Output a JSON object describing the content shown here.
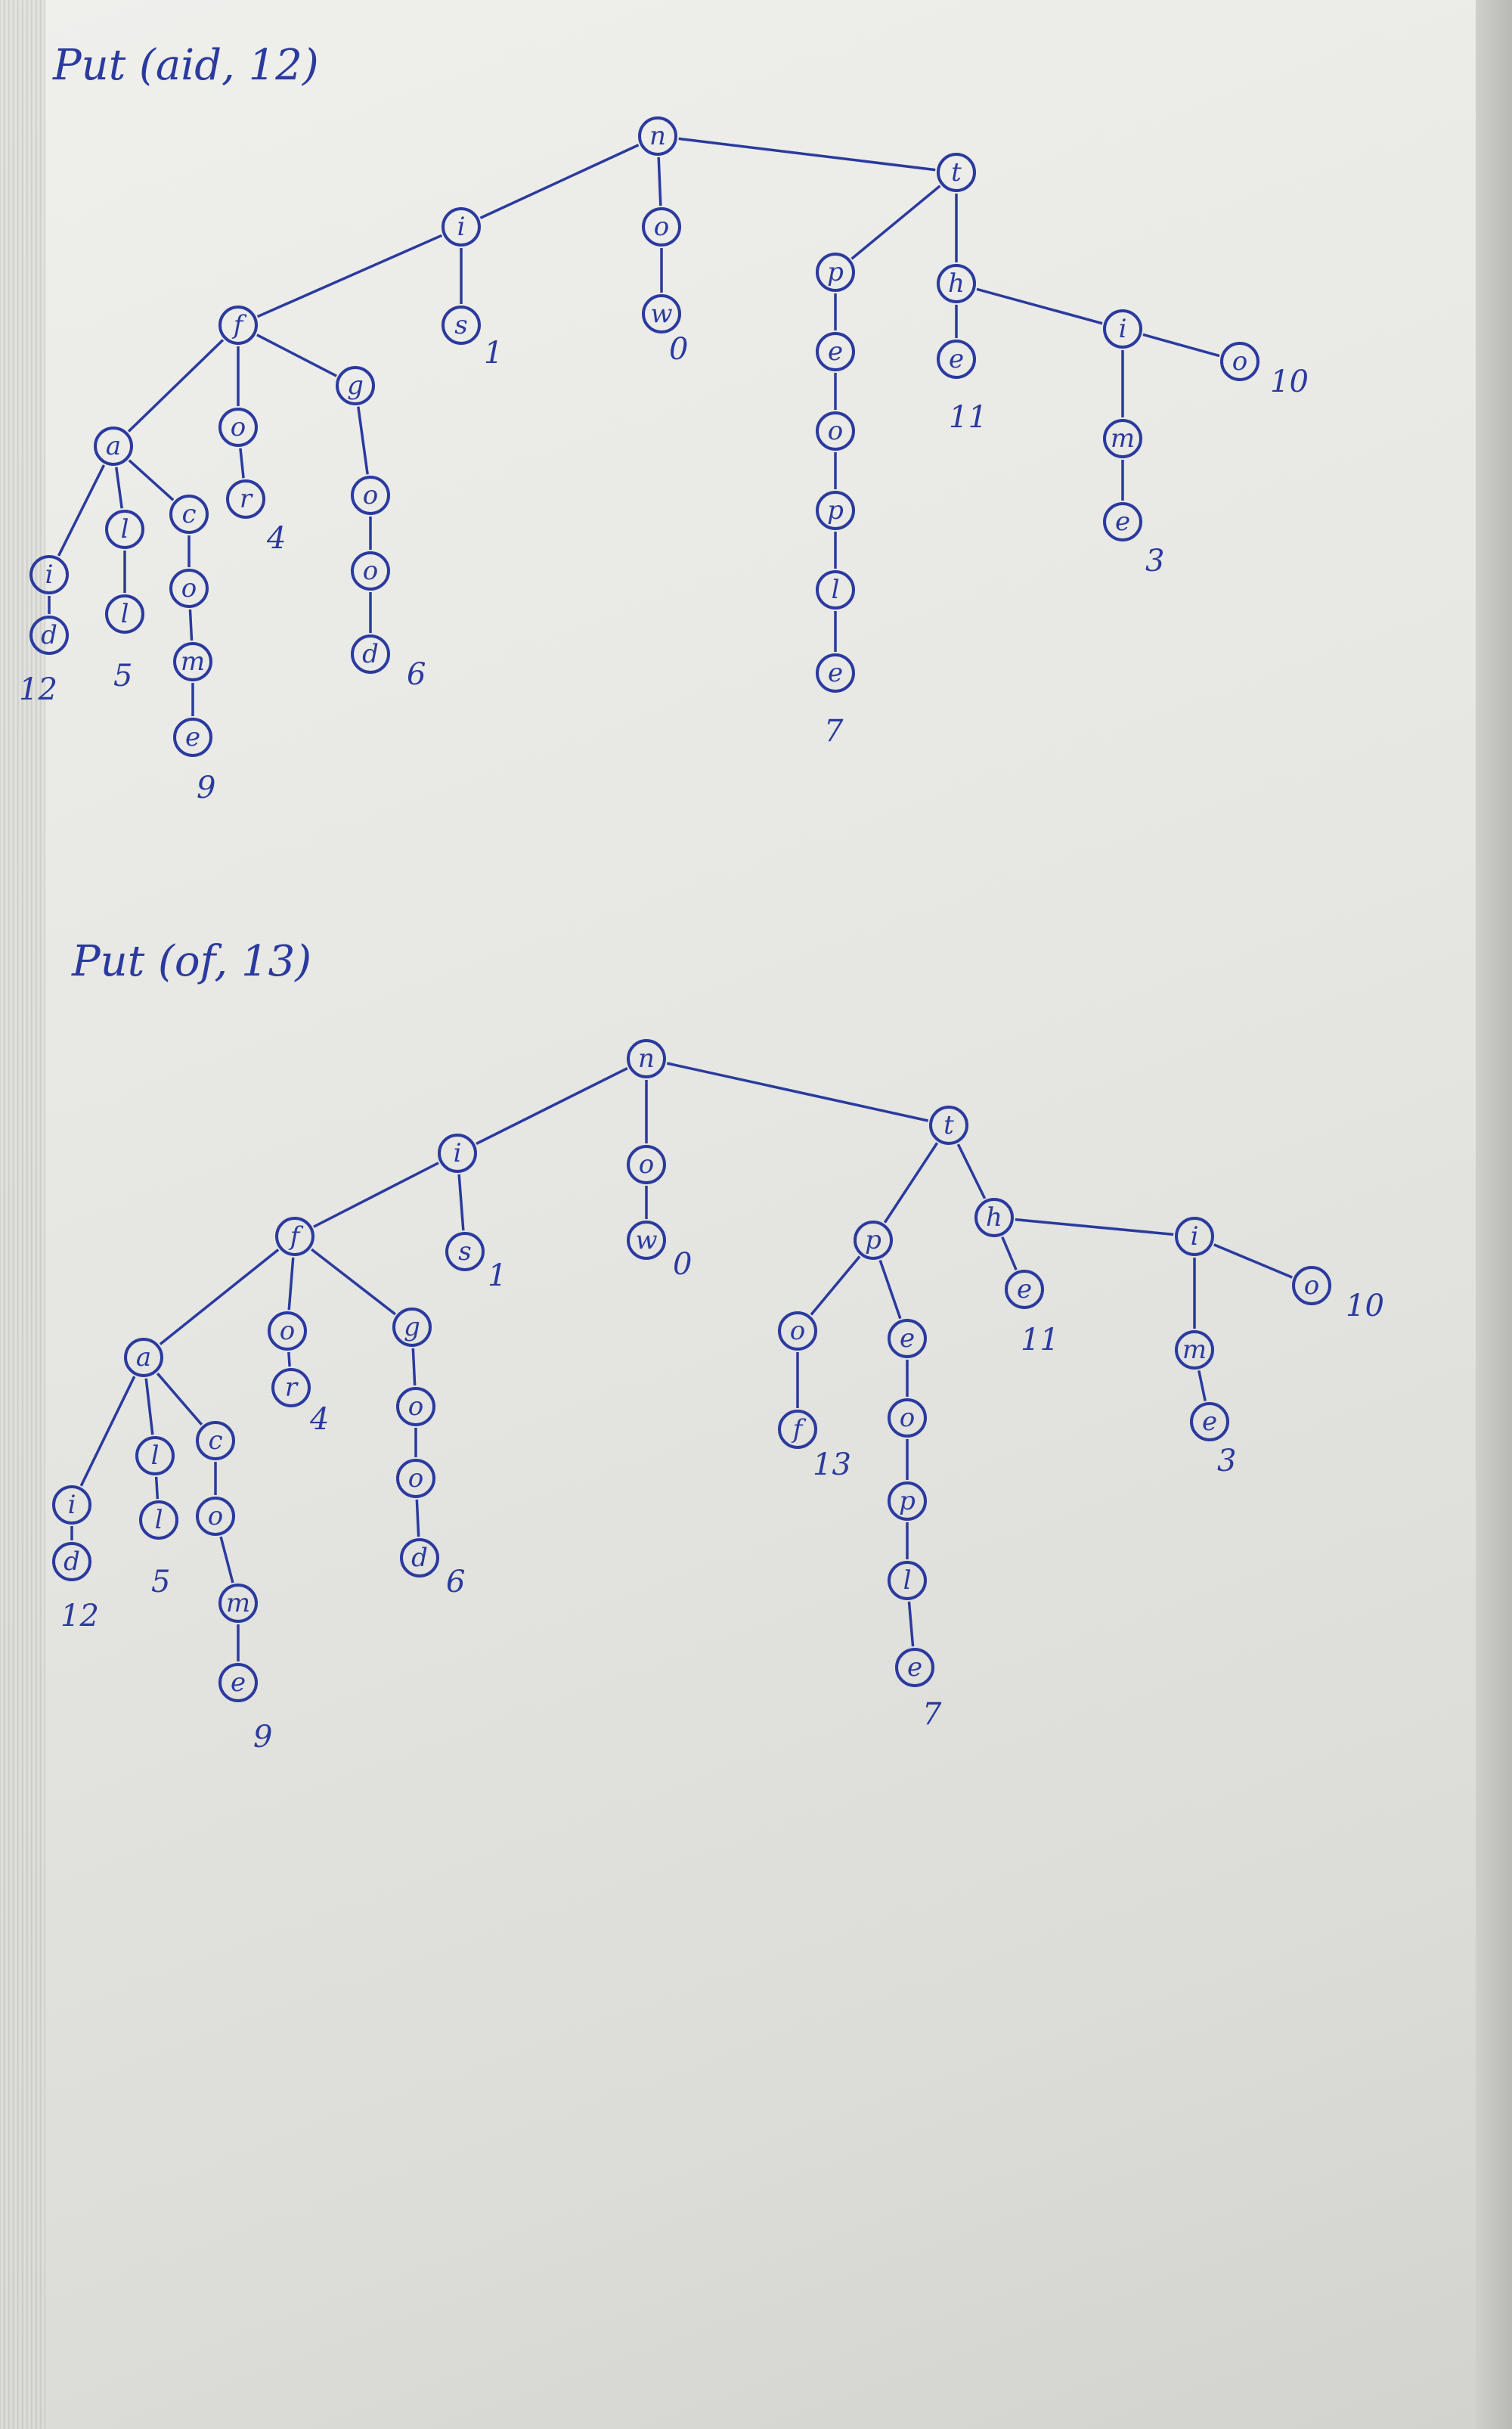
{
  "colors": {
    "ink": "#2b3a9e",
    "paper": "#ecece9"
  },
  "tries": [
    {
      "title": "Put (aid, 12)",
      "nodes": [
        {
          "id": "r",
          "letter": "n"
        },
        {
          "id": "i",
          "letter": "i"
        },
        {
          "id": "is",
          "letter": "s",
          "value": "1"
        },
        {
          "id": "no",
          "letter": "o"
        },
        {
          "id": "now",
          "letter": "w",
          "value": "0"
        },
        {
          "id": "t",
          "letter": "t"
        },
        {
          "id": "tp",
          "letter": "p"
        },
        {
          "id": "tpe",
          "letter": "e"
        },
        {
          "id": "tpeo",
          "letter": "o"
        },
        {
          "id": "tpeop",
          "letter": "p"
        },
        {
          "id": "tpeopl",
          "letter": "l"
        },
        {
          "id": "tpeople",
          "letter": "e",
          "value": "7"
        },
        {
          "id": "th",
          "letter": "h"
        },
        {
          "id": "the",
          "letter": "e",
          "value": "11"
        },
        {
          "id": "ti",
          "letter": "i"
        },
        {
          "id": "tim",
          "letter": "m"
        },
        {
          "id": "time",
          "letter": "e",
          "value": "3"
        },
        {
          "id": "to",
          "letter": "o",
          "value": "10"
        },
        {
          "id": "f",
          "letter": "f"
        },
        {
          "id": "fa",
          "letter": "a"
        },
        {
          "id": "fai",
          "letter": "i"
        },
        {
          "id": "faid",
          "letter": "d",
          "value": "12"
        },
        {
          "id": "fal",
          "letter": "l"
        },
        {
          "id": "fall",
          "letter": "l",
          "value": "5"
        },
        {
          "id": "fc",
          "letter": "c"
        },
        {
          "id": "fco",
          "letter": "o"
        },
        {
          "id": "fcom",
          "letter": "m"
        },
        {
          "id": "fcome",
          "letter": "e",
          "value": "9"
        },
        {
          "id": "fo",
          "letter": "o"
        },
        {
          "id": "for",
          "letter": "r",
          "value": "4"
        },
        {
          "id": "g",
          "letter": "g"
        },
        {
          "id": "go",
          "letter": "o"
        },
        {
          "id": "goo",
          "letter": "o"
        },
        {
          "id": "good",
          "letter": "d",
          "value": "6"
        }
      ]
    },
    {
      "title": "Put (of, 13)",
      "nodes": [
        {
          "id": "r",
          "letter": "n"
        },
        {
          "id": "i",
          "letter": "i"
        },
        {
          "id": "is",
          "letter": "s",
          "value": "1"
        },
        {
          "id": "no",
          "letter": "o"
        },
        {
          "id": "now",
          "letter": "w",
          "value": "0"
        },
        {
          "id": "t",
          "letter": "t"
        },
        {
          "id": "tp",
          "letter": "p"
        },
        {
          "id": "tpo",
          "letter": "o"
        },
        {
          "id": "tpof",
          "letter": "f",
          "value": "13"
        },
        {
          "id": "tpe",
          "letter": "e"
        },
        {
          "id": "tpeo",
          "letter": "o"
        },
        {
          "id": "tpeop",
          "letter": "p"
        },
        {
          "id": "tpeopl",
          "letter": "l"
        },
        {
          "id": "tpeople",
          "letter": "e",
          "value": "7"
        },
        {
          "id": "th",
          "letter": "h"
        },
        {
          "id": "the",
          "letter": "e",
          "value": "11"
        },
        {
          "id": "ti",
          "letter": "i"
        },
        {
          "id": "tim",
          "letter": "m"
        },
        {
          "id": "time",
          "letter": "e",
          "value": "3"
        },
        {
          "id": "to",
          "letter": "o",
          "value": "10"
        },
        {
          "id": "f",
          "letter": "f"
        },
        {
          "id": "fa",
          "letter": "a"
        },
        {
          "id": "fai",
          "letter": "i"
        },
        {
          "id": "faid",
          "letter": "d",
          "value": "12"
        },
        {
          "id": "fal",
          "letter": "l"
        },
        {
          "id": "fall",
          "letter": "l",
          "value": "5"
        },
        {
          "id": "fc",
          "letter": "c"
        },
        {
          "id": "fco",
          "letter": "o"
        },
        {
          "id": "fcom",
          "letter": "m"
        },
        {
          "id": "fcome",
          "letter": "e",
          "value": "9"
        },
        {
          "id": "fo",
          "letter": "o"
        },
        {
          "id": "for",
          "letter": "r",
          "value": "4"
        },
        {
          "id": "g",
          "letter": "g"
        },
        {
          "id": "go",
          "letter": "o"
        },
        {
          "id": "goo",
          "letter": "o"
        },
        {
          "id": "good",
          "letter": "d",
          "value": "6"
        }
      ]
    }
  ]
}
